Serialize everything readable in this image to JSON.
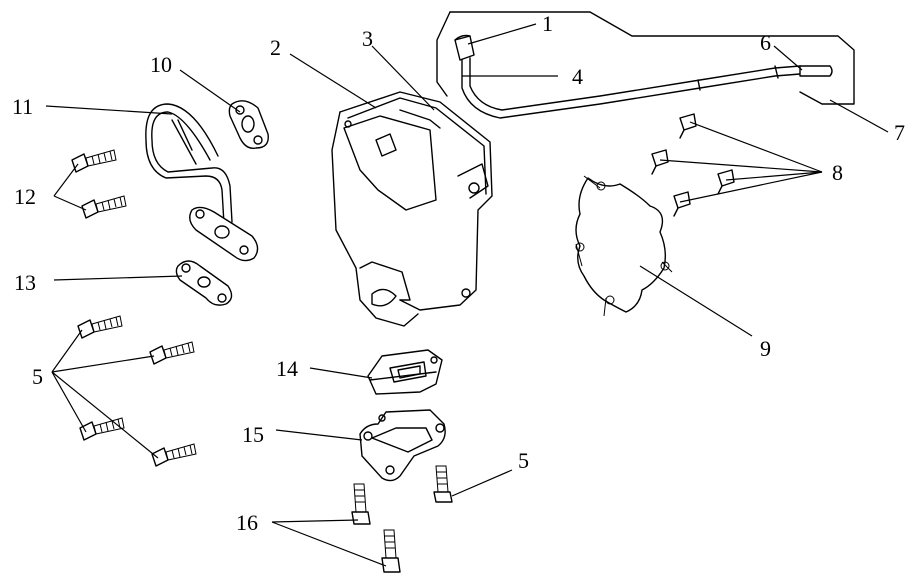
{
  "callouts": [
    {
      "id": "c1",
      "label": "1"
    },
    {
      "id": "c2",
      "label": "2"
    },
    {
      "id": "c3",
      "label": "3"
    },
    {
      "id": "c4",
      "label": "4"
    },
    {
      "id": "c5a",
      "label": "5"
    },
    {
      "id": "c5b",
      "label": "5"
    },
    {
      "id": "c6",
      "label": "6"
    },
    {
      "id": "c7",
      "label": "7"
    },
    {
      "id": "c8",
      "label": "8"
    },
    {
      "id": "c9",
      "label": "9"
    },
    {
      "id": "c10",
      "label": "10"
    },
    {
      "id": "c11",
      "label": "11"
    },
    {
      "id": "c12",
      "label": "12"
    },
    {
      "id": "c13",
      "label": "13"
    },
    {
      "id": "c14",
      "label": "14"
    },
    {
      "id": "c15",
      "label": "15"
    },
    {
      "id": "c16",
      "label": "16"
    }
  ]
}
